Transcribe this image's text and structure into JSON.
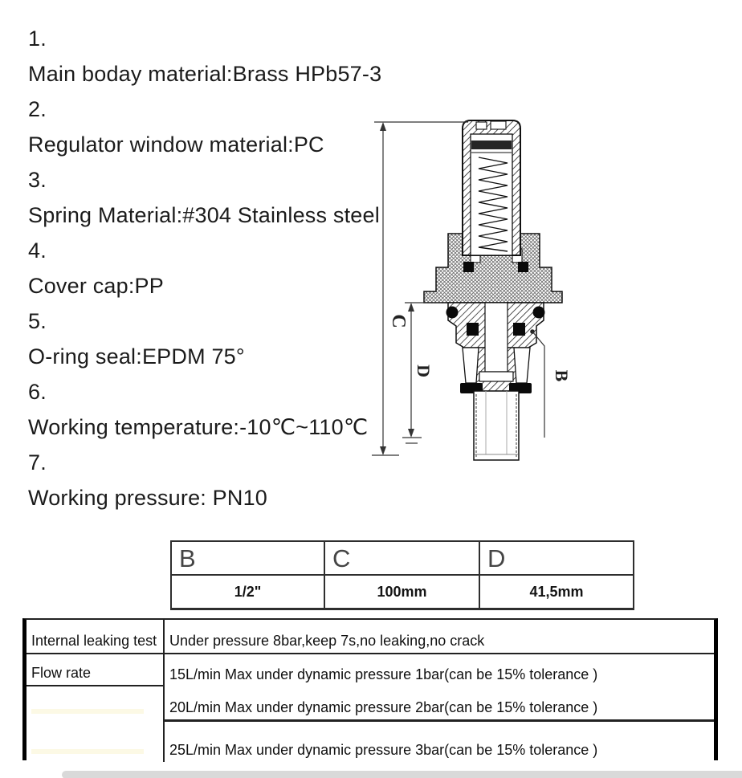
{
  "specs": {
    "items": [
      {
        "num": "1.",
        "text": "Main boday material:Brass HPb57-3"
      },
      {
        "num": "2.",
        "text": "Regulator window material:PC"
      },
      {
        "num": "3.",
        "text": "Spring Material:#304 Stainless steel"
      },
      {
        "num": "4.",
        "text": "Cover cap:PP"
      },
      {
        "num": "5.",
        "text": "O-ring seal:EPDM 75°"
      },
      {
        "num": "6.",
        "text": "Working temperature:-10℃~110℃"
      },
      {
        "num": "7.",
        "text": "Working pressure: PN10"
      }
    ]
  },
  "drawing": {
    "labels": {
      "c": "C",
      "d": "D",
      "b": "B"
    }
  },
  "dimensions_table": {
    "headers": [
      "B",
      "C",
      "D"
    ],
    "values": [
      "1/2\"",
      "100mm",
      "41,5mm"
    ]
  },
  "test_table": {
    "rows": [
      {
        "label": "Internal leaking test",
        "value": "Under pressure 8bar,keep 7s,no leaking,no crack"
      },
      {
        "label": "Flow rate",
        "value": "15L/min Max under dynamic pressure 1bar(can be 15% tolerance )"
      },
      {
        "label": "",
        "value": "20L/min Max under dynamic pressure 2bar(can be 15% tolerance )"
      },
      {
        "label": "",
        "value": "25L/min Max under dynamic pressure 3bar(can be 15% tolerance )"
      }
    ]
  }
}
